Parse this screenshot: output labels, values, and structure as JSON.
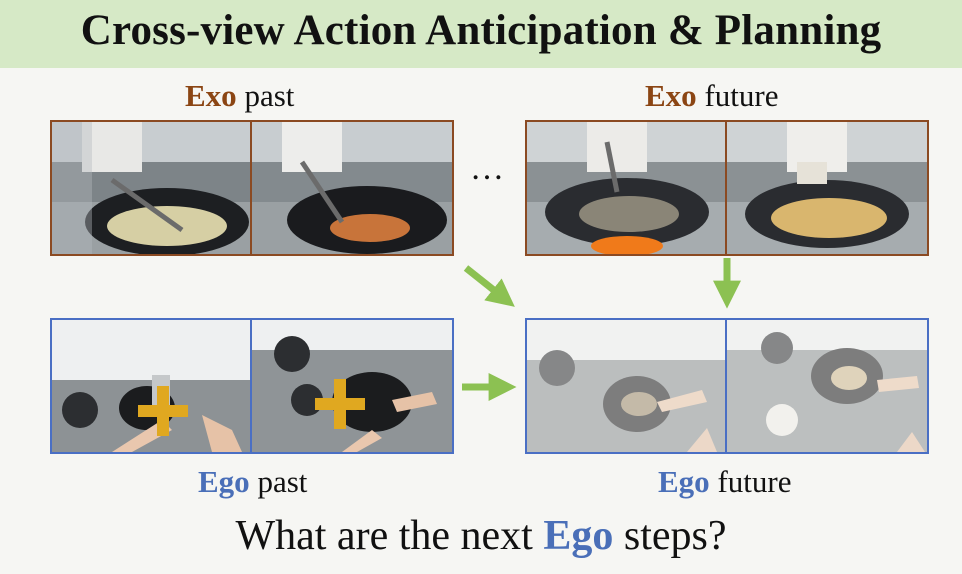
{
  "title": "Cross-view Action Anticipation & Planning",
  "labels": {
    "exo_past": {
      "keyword": "Exo",
      "rest": "past"
    },
    "exo_future": {
      "keyword": "Exo",
      "rest": "future"
    },
    "ego_past": {
      "keyword": "Ego",
      "rest": "past"
    },
    "ego_future": {
      "keyword": "Ego",
      "rest": "future"
    },
    "ellipsis": "…"
  },
  "question": {
    "before": "What are the next ",
    "keyword": "Ego",
    "after": " steps?"
  },
  "colors": {
    "banner": "#d6e9c6",
    "exo": "#8b4513",
    "ego": "#4a6fb8",
    "arrow": "#8cc152",
    "crosshair": "#e0a820"
  },
  "images": [
    "exo-past-frame-1",
    "exo-past-frame-2",
    "exo-future-frame-1",
    "exo-future-frame-2",
    "ego-past-frame-1",
    "ego-past-frame-2",
    "ego-future-frame-1",
    "ego-future-frame-2"
  ]
}
